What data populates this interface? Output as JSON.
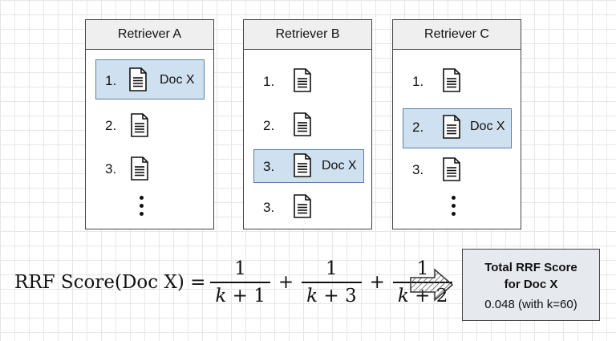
{
  "retrievers": [
    {
      "title": "Retriever A",
      "items": [
        {
          "rank": "1.",
          "doc": "Doc X"
        },
        {
          "rank": "2.",
          "doc": ""
        },
        {
          "rank": "3.",
          "doc": ""
        }
      ]
    },
    {
      "title": "Retriever B",
      "items": [
        {
          "rank": "1.",
          "doc": ""
        },
        {
          "rank": "2.",
          "doc": ""
        },
        {
          "rank": "3.",
          "doc": "Doc X"
        },
        {
          "rank": "3.",
          "doc": ""
        }
      ]
    },
    {
      "title": "Retriever C",
      "items": [
        {
          "rank": "1.",
          "doc": ""
        },
        {
          "rank": "2.",
          "doc": "Doc X"
        },
        {
          "rank": "3.",
          "doc": ""
        }
      ]
    }
  ],
  "formula": {
    "lhs": "RRF Score(Doc X) =",
    "terms": [
      {
        "numerator": "1",
        "denominator_var": "k",
        "denominator_rest": " + 1"
      },
      {
        "numerator": "1",
        "denominator_var": "k",
        "denominator_rest": " + 3"
      },
      {
        "numerator": "1",
        "denominator_var": "k",
        "denominator_rest": " + 2"
      }
    ],
    "plus": "+"
  },
  "result": {
    "title_line1": "Total RRF Score",
    "title_line2": "for Doc X",
    "value": "0.048 (with k=60)"
  },
  "colors": {
    "highlight_fill": "#cfe0f0",
    "highlight_border": "#5a7fa8",
    "result_fill": "#e6eaef"
  },
  "icons": [
    "document-icon",
    "ellipsis-icon",
    "hatched-arrow-icon"
  ]
}
